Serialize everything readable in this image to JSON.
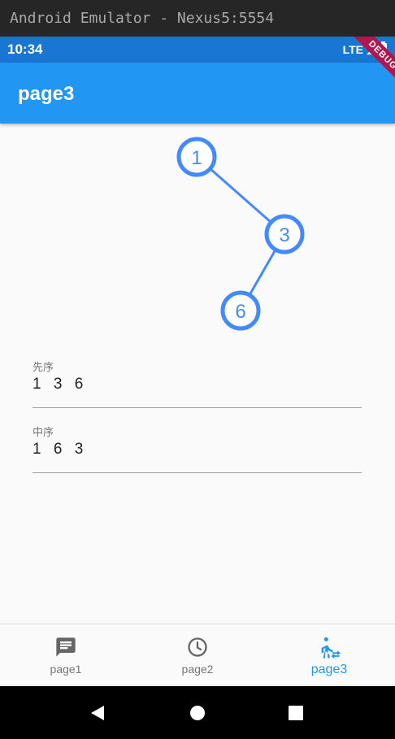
{
  "emulator": {
    "title": "Android Emulator - Nexus5:5554"
  },
  "status_bar": {
    "time": "10:34",
    "network": "LTE",
    "debug_banner": "DEBUG"
  },
  "app_bar": {
    "title": "page3"
  },
  "tree": {
    "nodes": [
      {
        "label": "1",
        "parent": null
      },
      {
        "label": "3",
        "parent": "1"
      },
      {
        "label": "6",
        "parent": "3"
      }
    ],
    "color": "#448aff"
  },
  "fields": {
    "preorder": {
      "label": "先序",
      "value": "1 3 6"
    },
    "inorder": {
      "label": "中序",
      "value": "1 6 3"
    }
  },
  "bottom_nav": {
    "items": [
      {
        "label": "page1",
        "icon": "chat-icon",
        "active": false
      },
      {
        "label": "page2",
        "icon": "clock-icon",
        "active": false
      },
      {
        "label": "page3",
        "icon": "walk-icon",
        "active": true
      }
    ],
    "active_color": "#2196f3",
    "inactive_color": "#757575"
  },
  "system_nav": {
    "buttons": [
      "back-icon",
      "home-icon",
      "recents-icon"
    ]
  }
}
